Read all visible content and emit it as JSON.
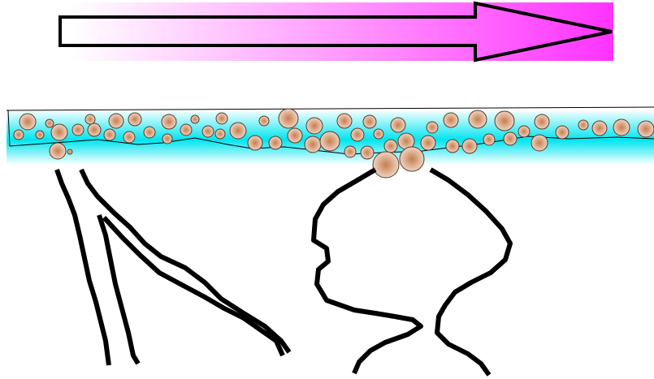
{
  "colors": {
    "arrow_gradient_start": "#ffffff",
    "arrow_gradient_end": "#ff33ff",
    "arrow_outline": "#000000",
    "band_top": "#ffffff",
    "band_mid": "#00e5f0",
    "band_bottom": "#ffffff",
    "particle_fill_center": "#c87d4e",
    "particle_fill_edge": "#f6e6da",
    "particle_outline": "#5a3a2a",
    "crack_stroke": "#000000"
  },
  "elements": {
    "arrow": "flow-direction-arrow",
    "layer": "particle-layer",
    "cracks": [
      "crack-left-a",
      "crack-left-b",
      "crack-right-a",
      "crack-right-b"
    ]
  }
}
